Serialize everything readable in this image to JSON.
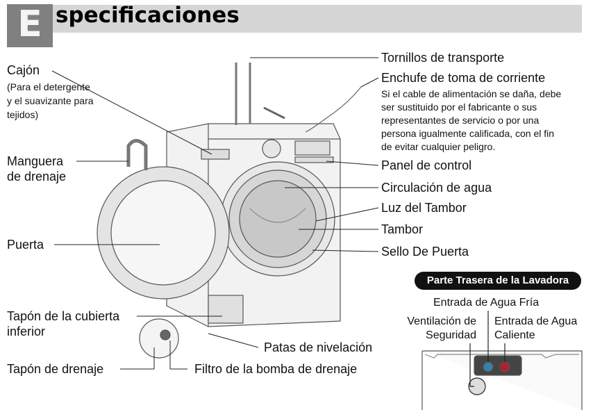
{
  "header": {
    "letter": "E",
    "title": "specificaciones"
  },
  "left_labels": {
    "cajon": "Cajón",
    "cajon_note": [
      "(Para el detergente",
      "y el suavizante para",
      "tejidos)"
    ],
    "manguera": [
      "Manguera",
      "de drenaje"
    ],
    "puerta": "Puerta",
    "tapon_cubierta": [
      "Tapón de la cubierta",
      "inferior"
    ],
    "tapon_drenaje": "Tapón de drenaje",
    "filtro": "Filtro de la bomba de drenaje",
    "patas": "Patas de nivelación"
  },
  "right_labels": {
    "tornillos": "Tornillos de transporte",
    "enchufe": "Enchufe de toma de corriente",
    "enchufe_note": [
      "Si el cable de alimentación se daña, debe",
      "ser sustituido por el fabricante o sus",
      "representantes de servicio o por una",
      "persona igualmente calificada, con el fin",
      "de evitar cualquier peligro."
    ],
    "panel": "Panel de control",
    "circulacion": "Circulación de agua",
    "luz": "Luz del Tambor",
    "tambor": "Tambor",
    "sello": "Sello De Puerta"
  },
  "back": {
    "title": "Parte Trasera de la Lavadora",
    "fria": "Entrada de Agua Fría",
    "ventilacion": [
      "Ventilación de",
      "Seguridad"
    ],
    "caliente": [
      "Entrada de Agua",
      "Caliente"
    ],
    "colors": {
      "cold": "#3a7fa8",
      "hot": "#b02030"
    }
  }
}
